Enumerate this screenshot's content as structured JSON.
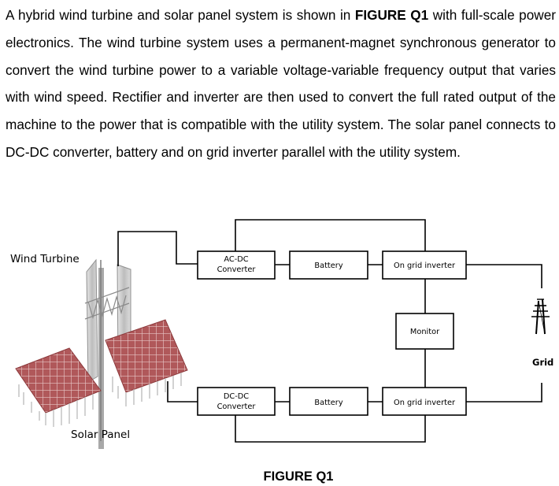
{
  "problem": {
    "part1": "A hybrid wind turbine and solar panel system is shown in ",
    "figure_ref": "FIGURE Q1",
    "part2": " with full-scale power electronics. The wind turbine system uses a permanent-magnet synchronous generator to convert the wind turbine power to a variable voltage-variable frequency output that varies with wind speed. Rectifier and inverter are then used to convert the full rated output of the machine to the power that is compatible with the utility system. The solar panel connects to DC-DC converter, battery and on grid inverter parallel with the utility system."
  },
  "diagram": {
    "wind_turbine_label": "Wind Turbine",
    "solar_panel_label": "Solar Panel",
    "grid_label": "Grid",
    "top_path": {
      "converter_line1": "AC-DC",
      "converter_line2": "Converter",
      "battery": "Battery",
      "inverter": "On grid inverter"
    },
    "monitor": "Monitor",
    "bottom_path": {
      "converter_line1": "DC-DC",
      "converter_line2": "Converter",
      "battery": "Battery",
      "inverter": "On grid inverter"
    },
    "caption": "FIGURE Q1"
  },
  "colors": {
    "panel": "#b0585a",
    "panel_grid": "#e8c8c8",
    "structure": "#9a9a9a"
  }
}
